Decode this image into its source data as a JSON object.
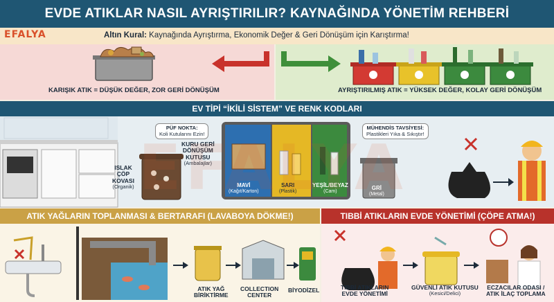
{
  "header": {
    "title": "EVDE ATIKLAR NASIL AYRIŞTIRILIR? KAYNAĞINDA YÖNETİM REHBERİ"
  },
  "brand": {
    "logo": "EFALYA",
    "watermark": "EFALYA"
  },
  "golden_rule": {
    "lead": "Altın Kural:",
    "text": " Kaynağında Ayrıştırma, Ekonomik Değer & Geri Dönüşüm için Karıştırma!"
  },
  "comparison": {
    "mixed_caption": "KARIŞIK ATIK = DÜŞÜK DEĞER, ZOR GERİ DÖNÜŞÜM",
    "sorted_caption": "AYRIŞTIRILMIŞ ATIK = YÜKSEK DEĞER, KOLAY GERİ DÖNÜŞÜM"
  },
  "system_section": {
    "title": "EV TİPİ “İKİLİ SİSTEM” VE RENK KODLARI",
    "tip_note": {
      "title": "PÜF NOKTA:",
      "text": "Koli Kutularını Ezin!"
    },
    "engineer_note": {
      "title": "MÜHENDİS TAVSİYESİ:",
      "text": "Plastikleri Yıka & Sıkıştır!"
    },
    "wet_bin": {
      "lines": [
        "ISLAK",
        "ÇÖP",
        "KOVASI"
      ],
      "sub": "(Organik)"
    },
    "dry_box": {
      "lines": [
        "KURU GERİ",
        "DÖNÜŞÜM",
        "KUTUSU"
      ],
      "sub": "(Ambalajlar)"
    },
    "bins": [
      {
        "name": "MAVİ",
        "sub": "(Kağıt/Karton)",
        "color": "#2d6fb0"
      },
      {
        "name": "SARI",
        "sub": "(Plastik)",
        "color": "#e5b825"
      },
      {
        "name": "YEŞİL/BEYAZ",
        "sub": "(Cam)",
        "color": "#3c8a3e"
      },
      {
        "name": "GRİ",
        "sub": "(Metal)",
        "color": "#7d7d7d"
      }
    ]
  },
  "oil_section": {
    "title": "ATIK YAĞLARIN TOPLANMASI & BERTARAFI (LAVABOYA DÖKME!)",
    "steps": [
      {
        "lines": [
          "ATIK YAĞ",
          "BİRİKTİRME"
        ]
      },
      {
        "lines": [
          "COLLECTION",
          "CENTER"
        ]
      },
      {
        "lines": [
          "BİYODİZEL"
        ]
      }
    ]
  },
  "medical_section": {
    "title": "TIBBİ ATIKLARIN EVDE YÖNETİMİ (ÇÖPE ATMA!)",
    "steps": [
      {
        "lines": [
          "TIBBİ ATIKLARIN",
          "EVDE YÖNETİMİ"
        ]
      },
      {
        "lines": [
          "GÜVENLİ ATIK KUTUSU"
        ],
        "sub": "(Kesici/Delici)"
      },
      {
        "lines": [
          "ECZACILAR ODASI /",
          "ATIK İLAÇ TOPLAMA"
        ]
      }
    ]
  },
  "colors": {
    "navy": "#1f5673",
    "gold": "#caa146",
    "red": "#b8322b",
    "green": "#3f8f3a",
    "arrow_red": "#c8322b"
  }
}
